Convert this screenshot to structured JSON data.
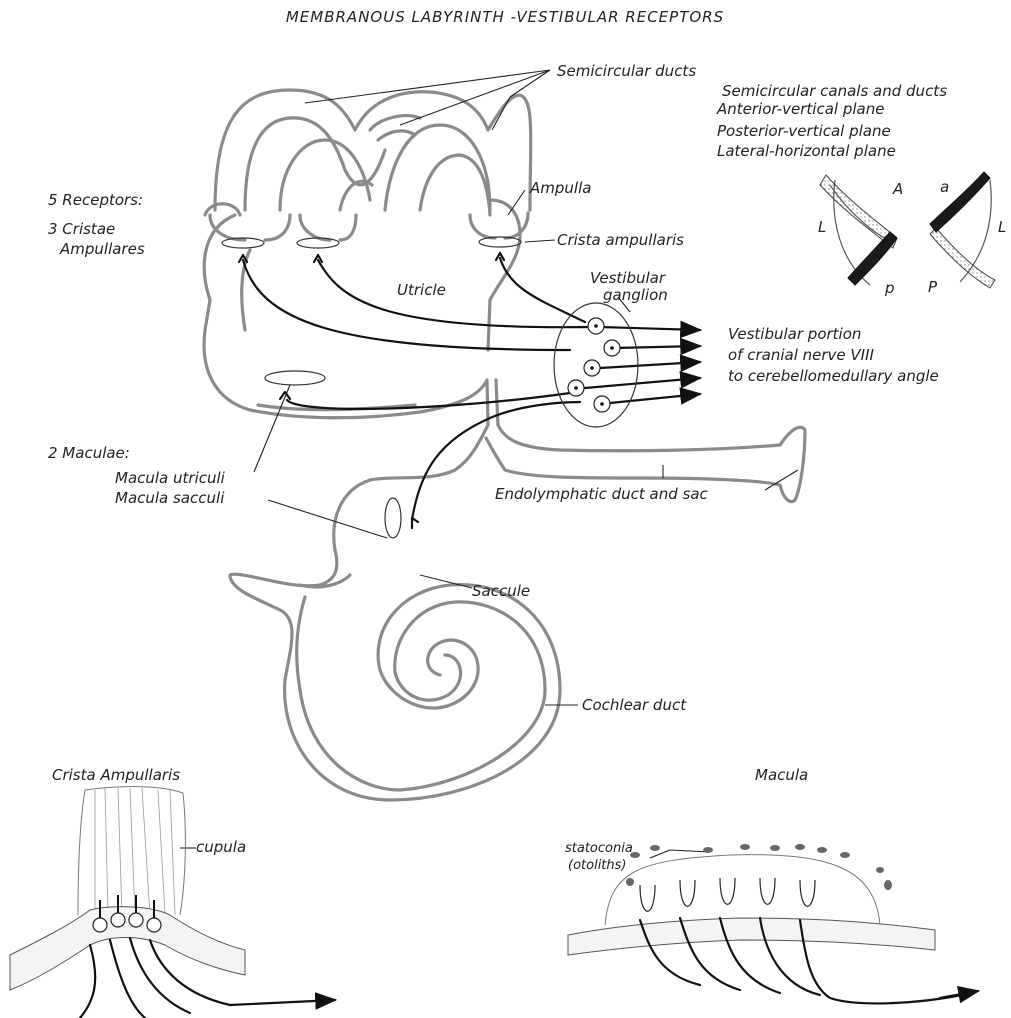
{
  "title": "MEMBRANOUS LABYRINTH -VESTIBULAR RECEPTORS",
  "labels": {
    "semicircular_ducts": "Semicircular ducts",
    "planes_heading": "Semicircular canals and ducts",
    "plane_anterior": "Anterior-vertical plane",
    "plane_posterior": "Posterior-vertical plane",
    "plane_lateral": "Lateral-horizontal plane",
    "receptors_5": "5 Receptors:",
    "cristae_line1": "3 Cristae",
    "cristae_line2": "Ampullares",
    "ampulla": "Ampulla",
    "crista_ampullaris": "Crista ampullaris",
    "utricle": "Utricle",
    "vestibular_ganglion_line1": "Vestibular",
    "vestibular_ganglion_line2": "ganglion",
    "nerve_line1": "Vestibular portion",
    "nerve_line2": "of cranial nerve VIII",
    "nerve_line3": "to cerebellomedullary angle",
    "maculae_2": "2 Maculae:",
    "macula_utriculi": "Macula utriculi",
    "macula_sacculi": "Macula sacculi",
    "endolymphatic": "Endolymphatic duct and sac",
    "saccule": "Saccule",
    "cochlear_duct": "Cochlear duct",
    "crista_ampullaris_heading": "Crista Ampullaris",
    "cupula": "cupula",
    "macula_heading": "Macula",
    "statoconia_line1": "statoconia",
    "statoconia_line2": "(otoliths)"
  },
  "plane_letters": {
    "left_A": "A",
    "left_L": "L",
    "left_p": "p",
    "right_a": "a",
    "right_P": "P",
    "right_L": "L"
  },
  "colors": {
    "membrane": "#8a8a8a",
    "ink": "#222222",
    "dark_canal": "#111111"
  }
}
